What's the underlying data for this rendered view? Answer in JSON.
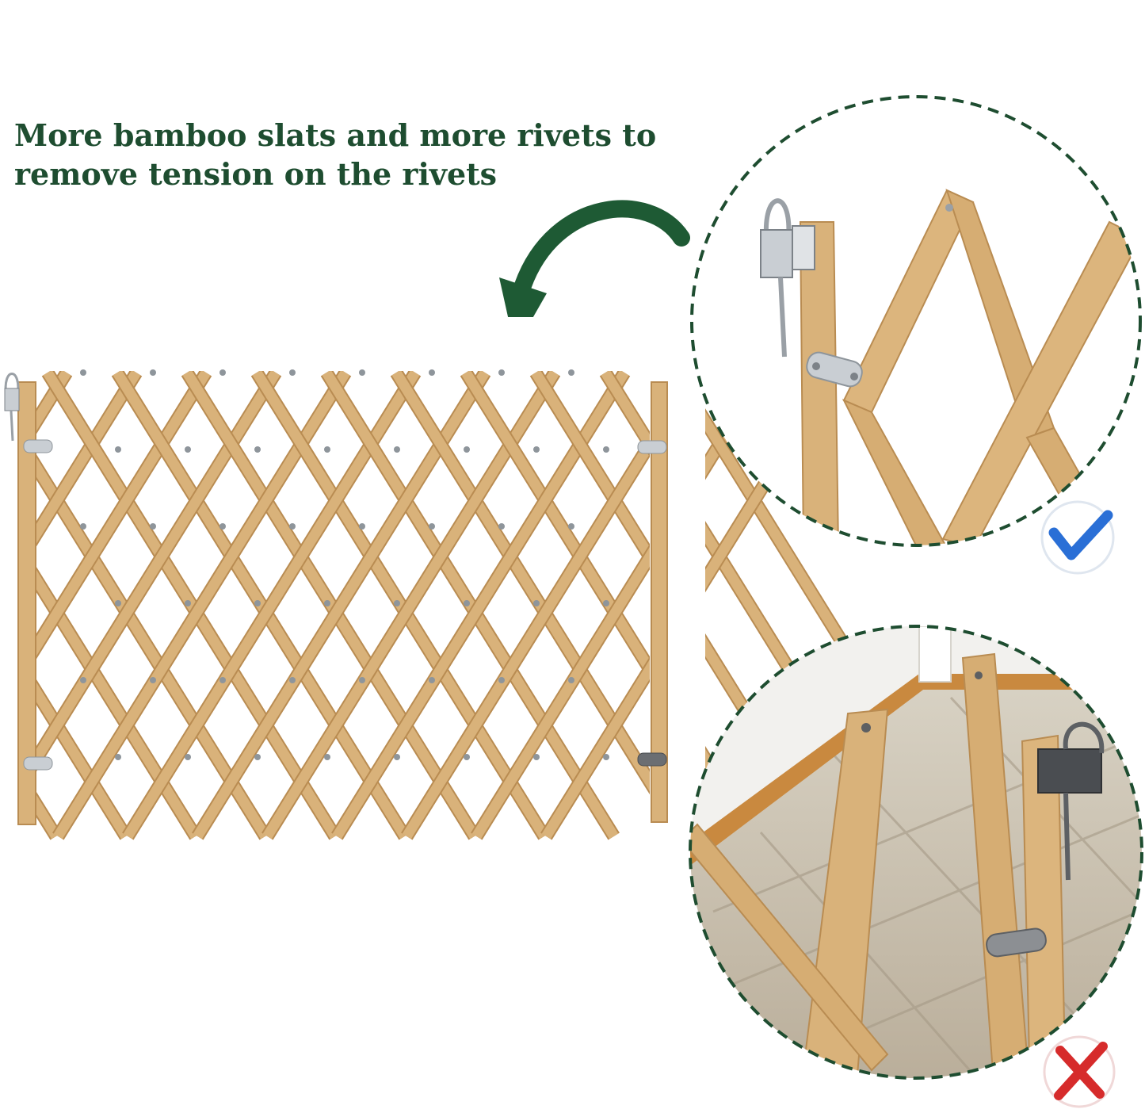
{
  "headline": {
    "line1": "More bamboo slats and more rivets to",
    "line2": "remove tension on the rivets"
  },
  "colors": {
    "headline_text": "#1e4d30",
    "arrow": "#1e5a34",
    "dashed_circle": "#1e4d30",
    "bamboo": "#d9b27a",
    "bamboo_dark": "#b98c52",
    "check_mark": "#2a6fd6",
    "cross_mark": "#d62b2b"
  },
  "icons": {
    "arrow": "curved-arrow-down-left",
    "good": "check-mark-icon",
    "bad": "cross-mark-icon"
  }
}
